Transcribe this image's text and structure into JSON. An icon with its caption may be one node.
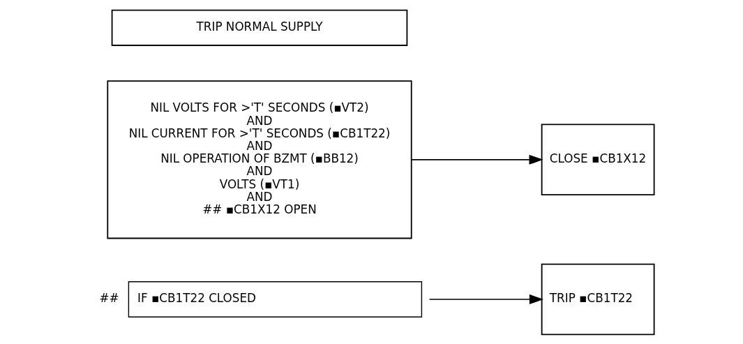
{
  "diagram": {
    "nodes": [
      {
        "text": [
          "TRIP NORMAL SUPPLY"
        ]
      },
      {
        "text": [
          "NIL VOLTS FOR >'T' SECONDS (▪VT2)",
          "AND",
          "NIL CURRENT FOR >'T' SECONDS (▪CB1T22)",
          "AND",
          "NIL OPERATION OF BZMT (▪BB12)",
          "AND",
          "VOLTS (▪VT1)",
          "AND",
          "## ▪CB1X12 OPEN"
        ]
      },
      {
        "text": [
          "CLOSE ▪CB1X12"
        ]
      },
      {
        "text": [
          "IF ▪CB1T22 CLOSED"
        ],
        "beside": [
          "##"
        ]
      },
      {
        "text": [
          "TRIP ▪CB1T22"
        ]
      }
    ],
    "edges": [
      {
        "from": 1,
        "to": 2,
        "arrow": "to"
      },
      {
        "from": 3,
        "to": 4,
        "arrow": "to"
      }
    ]
  }
}
